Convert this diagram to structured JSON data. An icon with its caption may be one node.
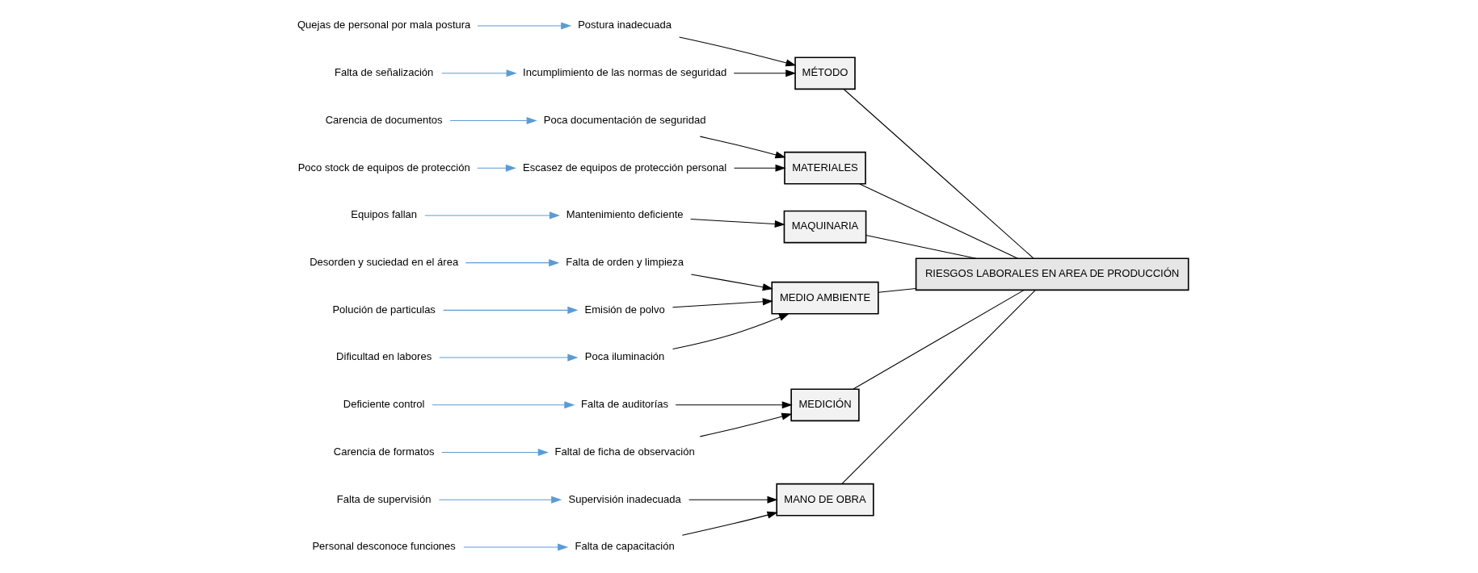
{
  "diagram": {
    "nodes": [
      {
        "text": [
          "MANO DE OBRA"
        ]
      },
      {
        "text": [
          "MÉTODO"
        ]
      },
      {
        "text": [
          "MATERIALES"
        ]
      },
      {
        "text": [
          "Falta de supervisión"
        ]
      },
      {
        "text": [
          "Supervisión inadecuada"
        ]
      },
      {
        "text": [
          "Carencia de documentos"
        ]
      },
      {
        "text": [
          "Poca documentación de seguridad"
        ]
      },
      {
        "text": [
          "Postura inadecuada"
        ]
      },
      {
        "text": [
          "Personal desconoce funciones"
        ]
      },
      {
        "text": [
          "Quejas de personal por mala postura"
        ]
      },
      {
        "text": [
          "Falta de capacitación"
        ]
      },
      {
        "text": [
          "Incumplimiento de las normas de seguridad"
        ]
      },
      {
        "text": [
          "Escasez de equipos de protección personal"
        ]
      },
      {
        "text": [
          "Falta de señalización"
        ]
      },
      {
        "text": [
          "Poco stock de equipos de protección"
        ]
      },
      {
        "text": [
          "RIESGOS LABORALES EN AREA DE PRODUCCIÓN"
        ]
      },
      {
        "text": [
          "Desorden y suciedad en el área"
        ]
      },
      {
        "text": [
          "Deficiente control"
        ]
      },
      {
        "text": [
          "Mantenimiento deficiente"
        ]
      },
      {
        "text": [
          "Falta de orden y limpieza"
        ]
      },
      {
        "text": [
          "Falta de auditorías"
        ]
      },
      {
        "text": [
          "Emisión de polvo"
        ]
      },
      {
        "text": [
          "Carencia de formatos"
        ]
      },
      {
        "text": [
          "Equipos fallan"
        ]
      },
      {
        "text": [
          "Dificultad en labores"
        ]
      },
      {
        "text": [
          "Faltal de ficha de observación"
        ]
      },
      {
        "text": [
          "Polución de particulas"
        ]
      },
      {
        "text": [
          "Poca iluminación"
        ]
      },
      {
        "text": [
          "MAQUINARIA"
        ]
      },
      {
        "text": [
          "MEDIO AMBIENTE"
        ]
      },
      {
        "text": [
          "MEDICIÓN"
        ]
      }
    ],
    "edges": [
      {
        "from": 3,
        "to": 4,
        "arrow": "to",
        "color": "#5b9bd5"
      },
      {
        "from": 5,
        "to": 6,
        "arrow": "to",
        "color": "#5b9bd5"
      },
      {
        "from": 8,
        "to": 10,
        "arrow": "to",
        "color": "#5b9bd5"
      },
      {
        "from": 9,
        "to": 7,
        "arrow": "to",
        "color": "#5b9bd5"
      },
      {
        "from": 13,
        "to": 11,
        "arrow": "to",
        "color": "#5b9bd5"
      },
      {
        "from": 14,
        "to": 12,
        "arrow": "to",
        "color": "#5b9bd5"
      },
      {
        "from": 16,
        "to": 19,
        "arrow": "to",
        "color": "#5b9bd5"
      },
      {
        "from": 17,
        "to": 20,
        "arrow": "to",
        "color": "#5b9bd5"
      },
      {
        "from": 22,
        "to": 25,
        "arrow": "to",
        "color": "#5b9bd5"
      },
      {
        "from": 23,
        "to": 18,
        "arrow": "to",
        "color": "#5b9bd5"
      },
      {
        "from": 24,
        "to": 27,
        "arrow": "to",
        "color": "#5b9bd5"
      },
      {
        "from": 26,
        "to": 21,
        "arrow": "to",
        "color": "#5b9bd5"
      },
      {
        "from": 4,
        "to": 0,
        "arrow": "to"
      },
      {
        "from": 10,
        "to": 0,
        "arrow": "to"
      },
      {
        "from": 7,
        "to": 1,
        "arrow": "to"
      },
      {
        "from": 11,
        "to": 1,
        "arrow": "to"
      },
      {
        "from": 6,
        "to": 2,
        "arrow": "to"
      },
      {
        "from": 12,
        "to": 2,
        "arrow": "to"
      },
      {
        "from": 18,
        "to": 28,
        "arrow": "to"
      },
      {
        "from": 19,
        "to": 29,
        "arrow": "to"
      },
      {
        "from": 27,
        "to": 29,
        "arrow": "to"
      },
      {
        "from": 21,
        "to": 29,
        "arrow": "to"
      },
      {
        "from": 20,
        "to": 30,
        "arrow": "to"
      },
      {
        "from": 25,
        "to": 30,
        "arrow": "to"
      },
      {
        "from": 0,
        "to": 15,
        "arrow": "none"
      },
      {
        "from": 1,
        "to": 15,
        "arrow": "none"
      },
      {
        "from": 2,
        "to": 15,
        "arrow": "none"
      },
      {
        "from": 28,
        "to": 15,
        "arrow": "none"
      },
      {
        "from": 29,
        "to": 15,
        "arrow": "none"
      },
      {
        "from": 30,
        "to": 15,
        "arrow": "none"
      }
    ]
  }
}
